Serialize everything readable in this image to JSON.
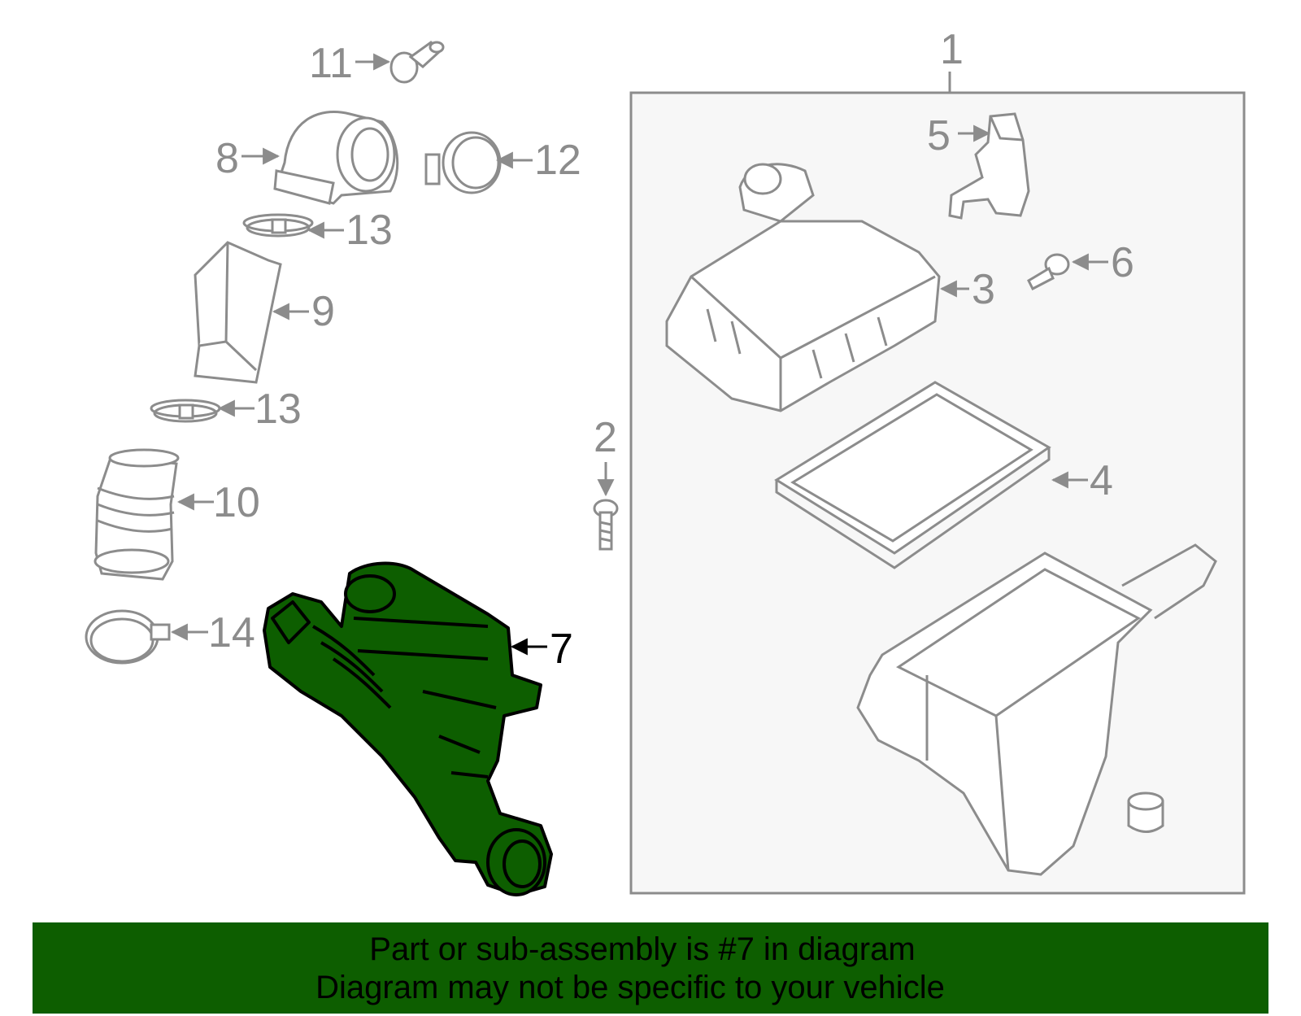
{
  "colors": {
    "outline": "#8c8c8c",
    "highlight_fill": "#0d5e00",
    "highlight_outline": "#000000",
    "banner_bg": "#0d5e00",
    "box_bg": "#f7f7f7"
  },
  "callouts": {
    "c1": "1",
    "c2": "2",
    "c3": "3",
    "c4": "4",
    "c5": "5",
    "c6": "6",
    "c7": "7",
    "c8": "8",
    "c9": "9",
    "c10": "10",
    "c11": "11",
    "c12": "12",
    "c13a": "13",
    "c13b": "13",
    "c14": "14"
  },
  "highlighted_part": "7",
  "banner": {
    "line1": "Part or sub-assembly is #7 in diagram",
    "line2": "Diagram may not be specific to your vehicle"
  }
}
